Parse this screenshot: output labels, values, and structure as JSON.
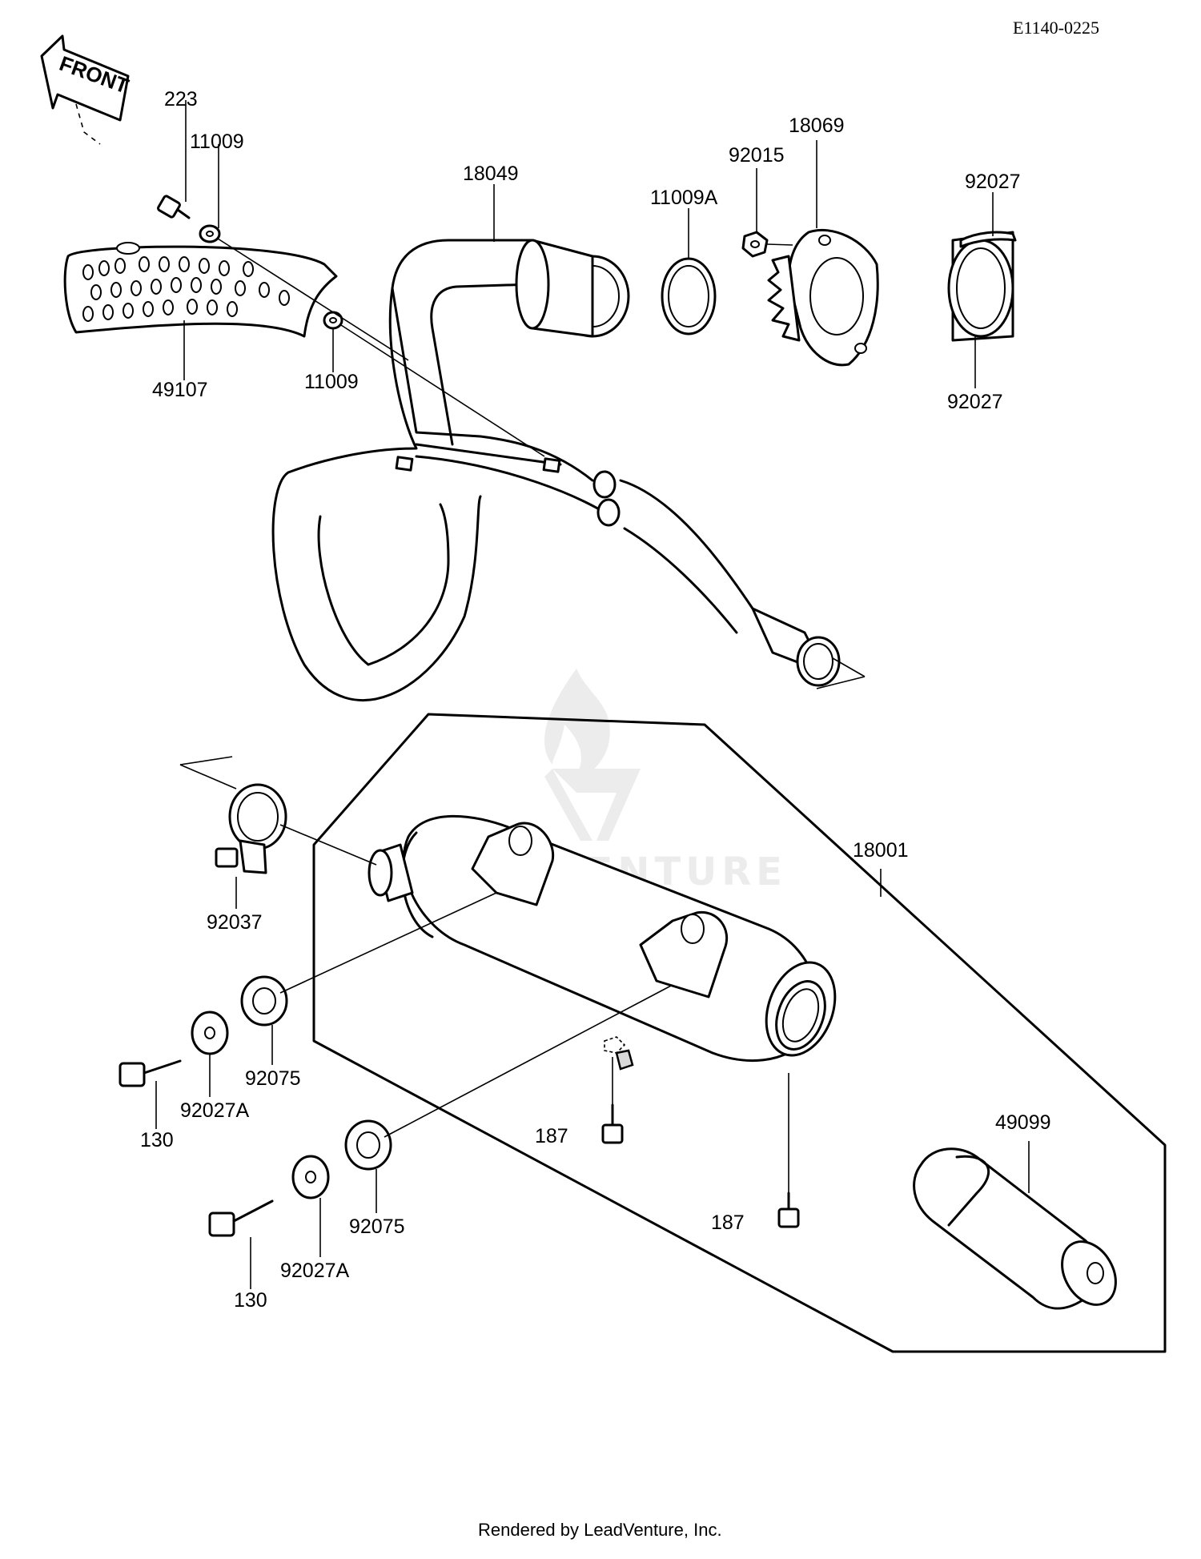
{
  "diagram_code": "E1140-0225",
  "front_indicator": "FRONT",
  "watermark_text": "LEADVENTURE",
  "footer": "Rendered by LeadVenture, Inc.",
  "part_labels": {
    "p223": "223",
    "p11009_top": "11009",
    "p49107": "49107",
    "p11009_mid": "11009",
    "p18049": "18049",
    "p11009A": "11009A",
    "p92015": "92015",
    "p18069": "18069",
    "p92027_top": "92027",
    "p92027_bottom": "92027",
    "p18001": "18001",
    "p92037": "92037",
    "p92075_upper": "92075",
    "p92027A_upper": "92027A",
    "p130_upper": "130",
    "p187_center": "187",
    "p187_lower": "187",
    "p49099": "49099",
    "p92075_lower": "92075",
    "p92027A_lower": "92027A",
    "p130_lower": "130"
  },
  "icons": {
    "front_arrow": "front-arrow-icon",
    "watermark": "leadventure-logo-icon"
  }
}
